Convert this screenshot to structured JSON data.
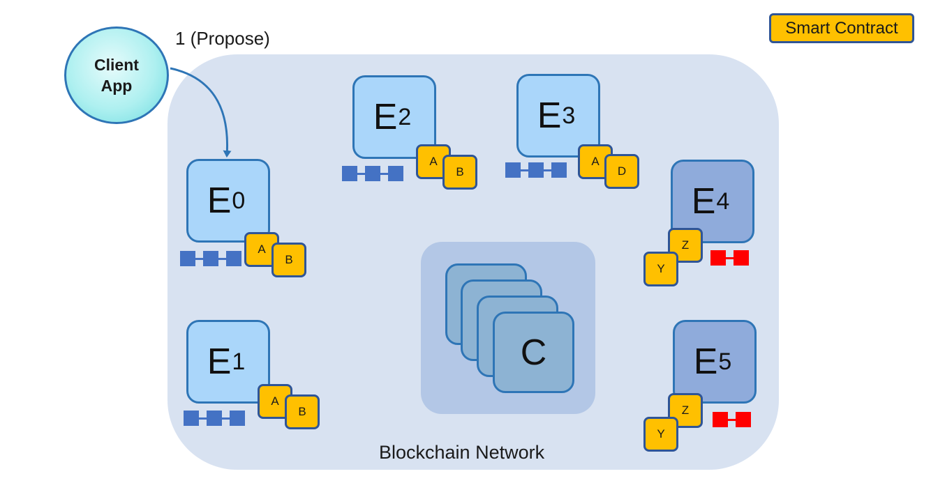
{
  "legend": {
    "label": "Smart Contract"
  },
  "client": {
    "line1": "Client",
    "line2": "App"
  },
  "propose_label": "1 (Propose)",
  "network_label": "Blockchain Network",
  "orderer": {
    "label": "C"
  },
  "peers": {
    "e0": {
      "letter": "E",
      "index": "0",
      "contracts": [
        "A",
        "B"
      ]
    },
    "e1": {
      "letter": "E",
      "index": "1",
      "contracts": [
        "A",
        "B"
      ]
    },
    "e2": {
      "letter": "E",
      "index": "2",
      "contracts": [
        "A",
        "B"
      ]
    },
    "e3": {
      "letter": "E",
      "index": "3",
      "contracts": [
        "A",
        "D"
      ]
    },
    "e4": {
      "letter": "E",
      "index": "4",
      "contracts": [
        "Z",
        "Y"
      ]
    },
    "e5": {
      "letter": "E",
      "index": "5",
      "contracts": [
        "Z",
        "Y"
      ]
    }
  },
  "colors": {
    "smart_contract": "#ffc000",
    "endorser_peer": "#aad6fa",
    "other_peer": "#8fabdb",
    "ledger_blue": "#4472c4",
    "ledger_red": "#ff0000",
    "network_bg": "#d8e2f1",
    "border": "#2e75b6"
  }
}
